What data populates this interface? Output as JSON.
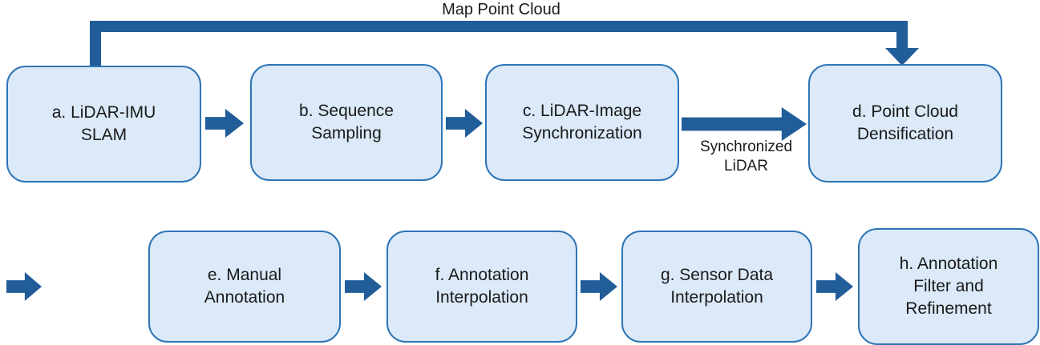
{
  "diagram": {
    "nodes": [
      {
        "id": "a",
        "label": "a. LiDAR-IMU SLAM"
      },
      {
        "id": "b",
        "label": "b. Sequence Sampling"
      },
      {
        "id": "c",
        "label": "c. LiDAR-Image Synchronization"
      },
      {
        "id": "d",
        "label": "d. Point Cloud Densification"
      },
      {
        "id": "e",
        "label": "e. Manual Annotation"
      },
      {
        "id": "f",
        "label": "f. Annotation Interpolation"
      },
      {
        "id": "g",
        "label": "g. Sensor Data Interpolation"
      },
      {
        "id": "h",
        "label": "h. Annotation Filter and Refinement"
      }
    ],
    "edge_labels": {
      "map_point_cloud": "Map Point Cloud",
      "synchronized_lidar": "Synchronized LiDAR"
    },
    "colors": {
      "box_fill": "#dbe9f8",
      "box_border": "#2e75b6",
      "arrow": "#215d99",
      "text": "#1a1a1a"
    }
  }
}
